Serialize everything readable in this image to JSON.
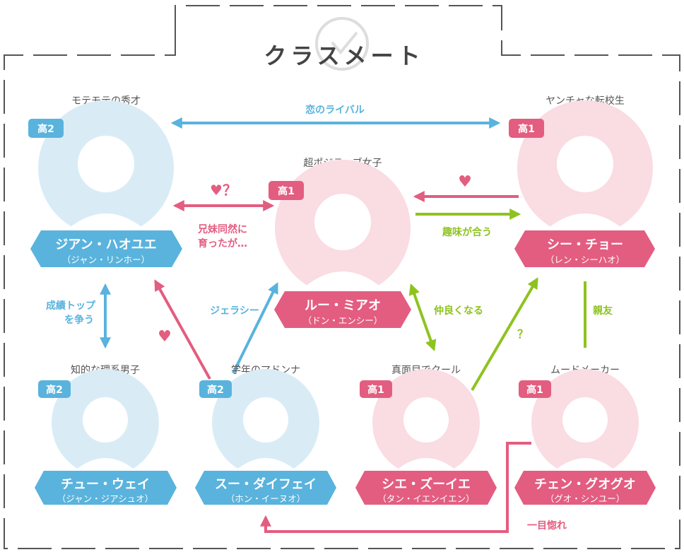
{
  "title": "クラスメート",
  "colors": {
    "blue": "#59b3dd",
    "pink": "#e35d80",
    "green": "#8ec31f",
    "circle_blue": "#d9ecf6",
    "circle_pink": "#fadce3",
    "frame": "#555555"
  },
  "characters": {
    "jian": {
      "caption": "モテモテの秀才",
      "grade": "高2",
      "name": "ジアン・ハオユエ",
      "actor": "（ジャン・リンホー）"
    },
    "shi": {
      "caption": "ヤンチャな転校生",
      "grade": "高1",
      "name": "シー・チョー",
      "actor": "（レン・シーハオ）"
    },
    "lu": {
      "caption": "超ポジティブ女子",
      "grade": "高1",
      "name": "ルー・ミアオ",
      "actor": "（ドン・エンシー）"
    },
    "chu": {
      "caption": "知的な理系男子",
      "grade": "高2",
      "name": "チュー・ウェイ",
      "actor": "（ジャン・ジアシュオ）"
    },
    "su": {
      "caption": "学年のマドンナ",
      "grade": "高2",
      "name": "スー・ダイフェイ",
      "actor": "（ホン・イーヌオ）"
    },
    "xie": {
      "caption": "真面目でクール",
      "grade": "高1",
      "name": "シエ・ズーイエ",
      "actor": "（タン・イエンイエン）"
    },
    "chen": {
      "caption": "ムードメーカー",
      "grade": "高1",
      "name": "チェン・グオグオ",
      "actor": "（グオ・シンユー）"
    }
  },
  "relations": {
    "rival": "恋のライバル",
    "heart": "♥",
    "heart_q": "♥？",
    "sibling_line1": "兄妹同然に",
    "sibling_line2": "育ったが…",
    "hobby": "趣味が合う",
    "top_line1": "成績トップ",
    "top_line2": "を争う",
    "jealousy": "ジェラシー",
    "friends_soon": "仲良くなる",
    "question": "？",
    "best_friend": "親友",
    "love_at_first_sight": "一目惚れ"
  }
}
